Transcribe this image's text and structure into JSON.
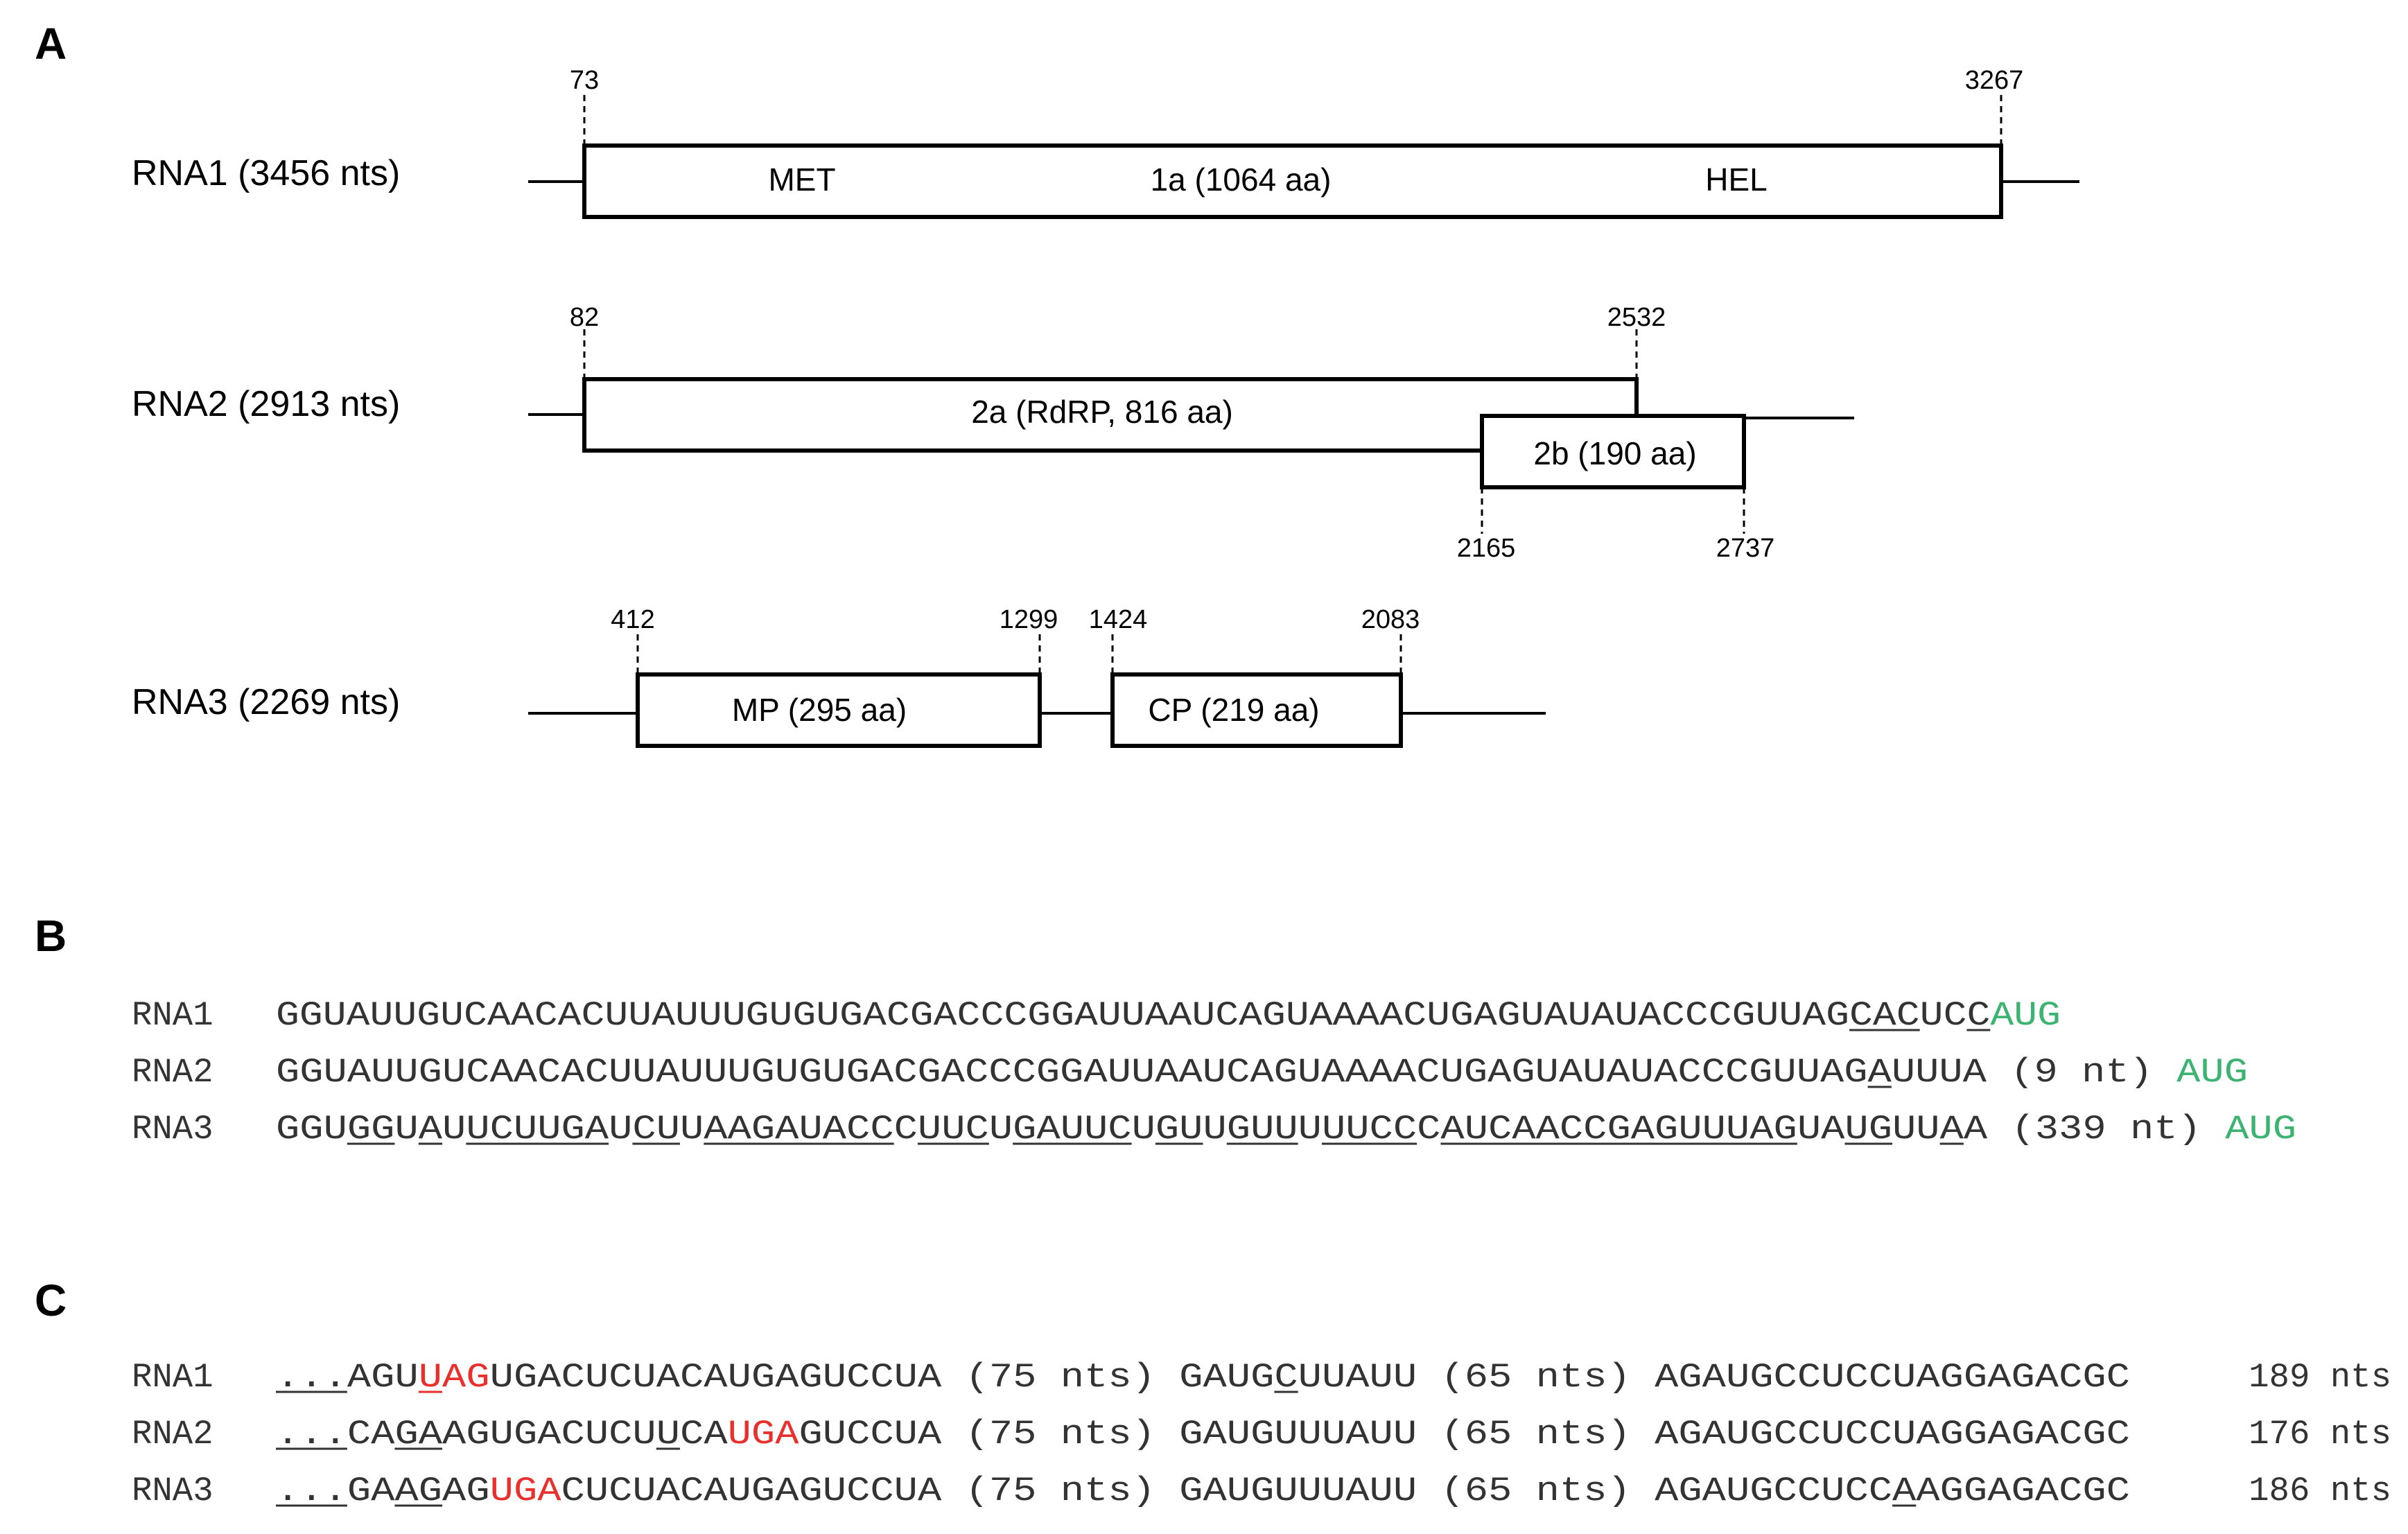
{
  "panel_a": {
    "label": "A",
    "rna1": {
      "name": "RNA1 (3456 nts)",
      "start": "73",
      "end": "3267",
      "met": "MET",
      "orf": "1a (1064 aa)",
      "hel": "HEL"
    },
    "rna2": {
      "name": "RNA2 (2913 nts)",
      "a_start": "82",
      "a_end": "2532",
      "orf_a": "2a (RdRP, 816 aa)",
      "orf_b": "2b (190 aa)",
      "b_start": "2165",
      "b_end": "2737"
    },
    "rna3": {
      "name": "RNA3 (2269 nts)",
      "mp_start": "412",
      "mp_end": "1299",
      "cp_start": "1424",
      "cp_end": "2083",
      "mp": "MP (295 aa)",
      "cp": "CP (219 aa)"
    }
  },
  "panel_b": {
    "label": "B",
    "rows": [
      {
        "name": "RNA1",
        "segments": [
          {
            "t": "GGUAUUGUCAACACUUAUUUGUGUGACGACCCGGAUUAAUCAGUAAAACUGAGUAUAUACCCGUUAG"
          },
          {
            "t": "CAC",
            "u": true
          },
          {
            "t": "UC"
          },
          {
            "t": "C",
            "u": true
          },
          {
            "t": "AUG",
            "c": "green"
          }
        ]
      },
      {
        "name": "RNA2",
        "segments": [
          {
            "t": "GGUAUUGUCAACACUUAUUUGUGUGACGACCCGGAUUAAUCAGUAAAACUGAGUAUAUACCCGUUAG"
          },
          {
            "t": "A",
            "u": true
          },
          {
            "t": "UUUA (9 nt) "
          },
          {
            "t": "AUG",
            "c": "green"
          }
        ]
      },
      {
        "name": "RNA3",
        "segments": [
          {
            "t": "GGU"
          },
          {
            "t": "GG",
            "u": true
          },
          {
            "t": "U"
          },
          {
            "t": "A",
            "u": true
          },
          {
            "t": "U"
          },
          {
            "t": "UCUUGA",
            "u": true
          },
          {
            "t": "U"
          },
          {
            "t": "CU",
            "u": true
          },
          {
            "t": "U"
          },
          {
            "t": "AAGAUACC",
            "u": true
          },
          {
            "t": "C"
          },
          {
            "t": "UUC",
            "u": true
          },
          {
            "t": "U"
          },
          {
            "t": "GAUUC",
            "u": true
          },
          {
            "t": "U"
          },
          {
            "t": "GU",
            "u": true
          },
          {
            "t": "U"
          },
          {
            "t": "GUU",
            "u": true
          },
          {
            "t": "U"
          },
          {
            "t": "UUCC",
            "u": true
          },
          {
            "t": "C"
          },
          {
            "t": "AUCAACCGAGUUUAG",
            "u": true
          },
          {
            "t": "UA"
          },
          {
            "t": "UG",
            "u": true
          },
          {
            "t": "UU"
          },
          {
            "t": "A",
            "u": true
          },
          {
            "t": "A (339 nt) "
          },
          {
            "t": "AUG",
            "c": "green"
          }
        ]
      }
    ]
  },
  "panel_c": {
    "label": "C",
    "rows": [
      {
        "name": "RNA1",
        "count": "189 nts",
        "segments": [
          {
            "t": "...",
            "u": true
          },
          {
            "t": "AGU"
          },
          {
            "t": "U",
            "c": "red",
            "u": true
          },
          {
            "t": "AG",
            "c": "red"
          },
          {
            "t": "UGACUCUACAUGAGUCCUA (75 nts) GAUG"
          },
          {
            "t": "C",
            "u": true
          },
          {
            "t": "UUAUU (65 nts) AGAUGCCUCCUAGGAGACGC"
          }
        ]
      },
      {
        "name": "RNA2",
        "count": "176 nts",
        "segments": [
          {
            "t": "...",
            "u": true
          },
          {
            "t": "CA"
          },
          {
            "t": "GA",
            "u": true
          },
          {
            "t": "AGUGACUCU"
          },
          {
            "t": "U",
            "u": true
          },
          {
            "t": "CA"
          },
          {
            "t": "UGA",
            "c": "red"
          },
          {
            "t": "GUCCUA (75 nts) GAUGUUUAUU (65 nts) AGAUGCCUCCUAGGAGACGC"
          }
        ]
      },
      {
        "name": "RNA3",
        "count": "186 nts",
        "segments": [
          {
            "t": "...",
            "u": true
          },
          {
            "t": "GA"
          },
          {
            "t": "AG",
            "u": true
          },
          {
            "t": "AG"
          },
          {
            "t": "UGA",
            "c": "red"
          },
          {
            "t": "CUCUACAUGAGUCCUA (75 nts) GAUGUUUAUU (65 nts) AGAUGCCUCC"
          },
          {
            "t": "A",
            "u": true
          },
          {
            "t": "AGGAGACGC"
          }
        ]
      }
    ]
  },
  "colors": {
    "green": "#3cb371",
    "red": "#e8302c",
    "text": "#333333"
  }
}
